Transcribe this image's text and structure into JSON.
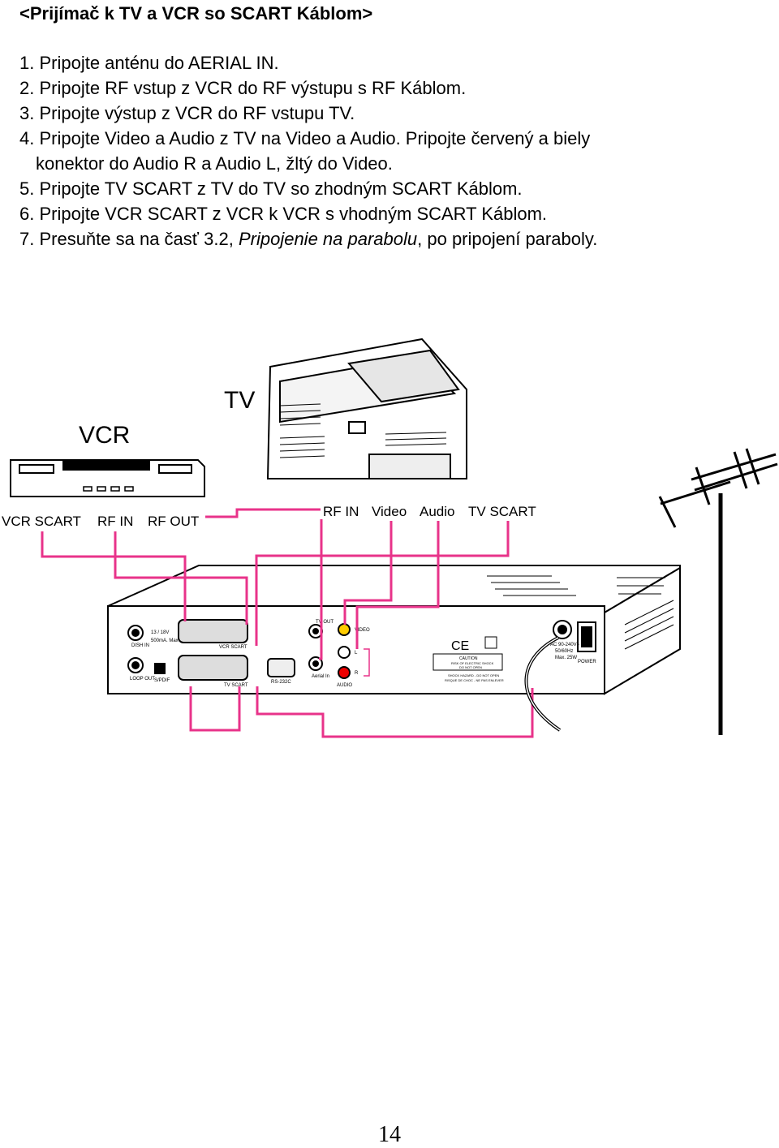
{
  "title": "<Prijímač k TV a VCR so SCART Káblom>",
  "steps": [
    {
      "text": "1. Pripojte anténu do AERIAL IN."
    },
    {
      "text": "2. Pripojte RF vstup z VCR do RF výstupu s RF Káblom."
    },
    {
      "text": "3. Pripojte výstup z VCR do RF vstupu TV."
    },
    {
      "text": "4. Pripojte Video a Audio z TV na Video a Audio. Pripojte červený a biely",
      "cont": "konektor do Audio R a Audio L, žltý do Video."
    },
    {
      "text": "5. Pripojte TV SCART z TV do TV so zhodným SCART Káblom."
    },
    {
      "text": "6. Pripojte VCR SCART z VCR k VCR s vhodným SCART Káblom."
    },
    {
      "pre": "7. Presuňte sa na časť 3.2, ",
      "em": "Pripojenie na parabolu",
      "post": ", po pripojení paraboly."
    }
  ],
  "diagram": {
    "tv_label": "TV",
    "vcr_label": "VCR",
    "vcr_ports": {
      "scart": "VCR SCART",
      "rf_in": "RF IN",
      "rf_out": "RF OUT"
    },
    "tv_ports": {
      "rf_in": "RF IN",
      "video": "Video",
      "audio": "Audio",
      "scart": "TV SCART"
    },
    "receiver_labels": {
      "dish_in": "DISH IN",
      "lnb_power": "13 / 18V",
      "lnb_current": "500mA. Max",
      "loop_out": "LOOP OUT",
      "spdif": "S/PDIF",
      "vcr_scart": "VCR SCART",
      "tv_scart": "TV SCART",
      "rs232": "RS-232C",
      "tv_out": "TV OUT",
      "aerial_in": "Aerial In",
      "video": "VIDEO",
      "audio": "AUDIO",
      "l": "L",
      "r": "R",
      "ac1": "AC 90-240V~",
      "ac2": "50/60Hz",
      "ac3": "Max. 25W",
      "power": "POWER",
      "ce": "CE",
      "caution": "CAUTION",
      "caution1": "RISK OF ELECTRIC SHOCK",
      "caution2": "DO NOT OPEN",
      "shock1": "SHOCK HAZARD - DO NOT OPEN",
      "shock2": "RISQUE DE CHOC - NE PAS ENLEVER"
    },
    "cable_color": "#e8338a"
  },
  "page_number": "14"
}
